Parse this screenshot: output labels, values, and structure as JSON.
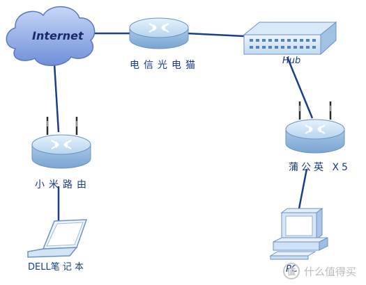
{
  "cloud": {
    "label": "Internet"
  },
  "nodes": {
    "modem": {
      "label": "电信光电猫"
    },
    "hub": {
      "label": "Hub"
    },
    "mi_router": {
      "label": "小米路由"
    },
    "pgy": {
      "label": "蒲公英 X5"
    },
    "laptop": {
      "label": "DELL笔 记 本"
    },
    "pc": {
      "label": "PC"
    }
  },
  "watermark": {
    "badge": "值",
    "text": "什么值得买"
  },
  "colors": {
    "link": "#1b3d8c",
    "device_fill": "#bcd8f0",
    "cloud_fill": "#8fb0e8"
  },
  "icons": [
    "cloud-icon",
    "router-icon",
    "hub-icon",
    "laptop-icon",
    "desktop-pc-icon"
  ]
}
